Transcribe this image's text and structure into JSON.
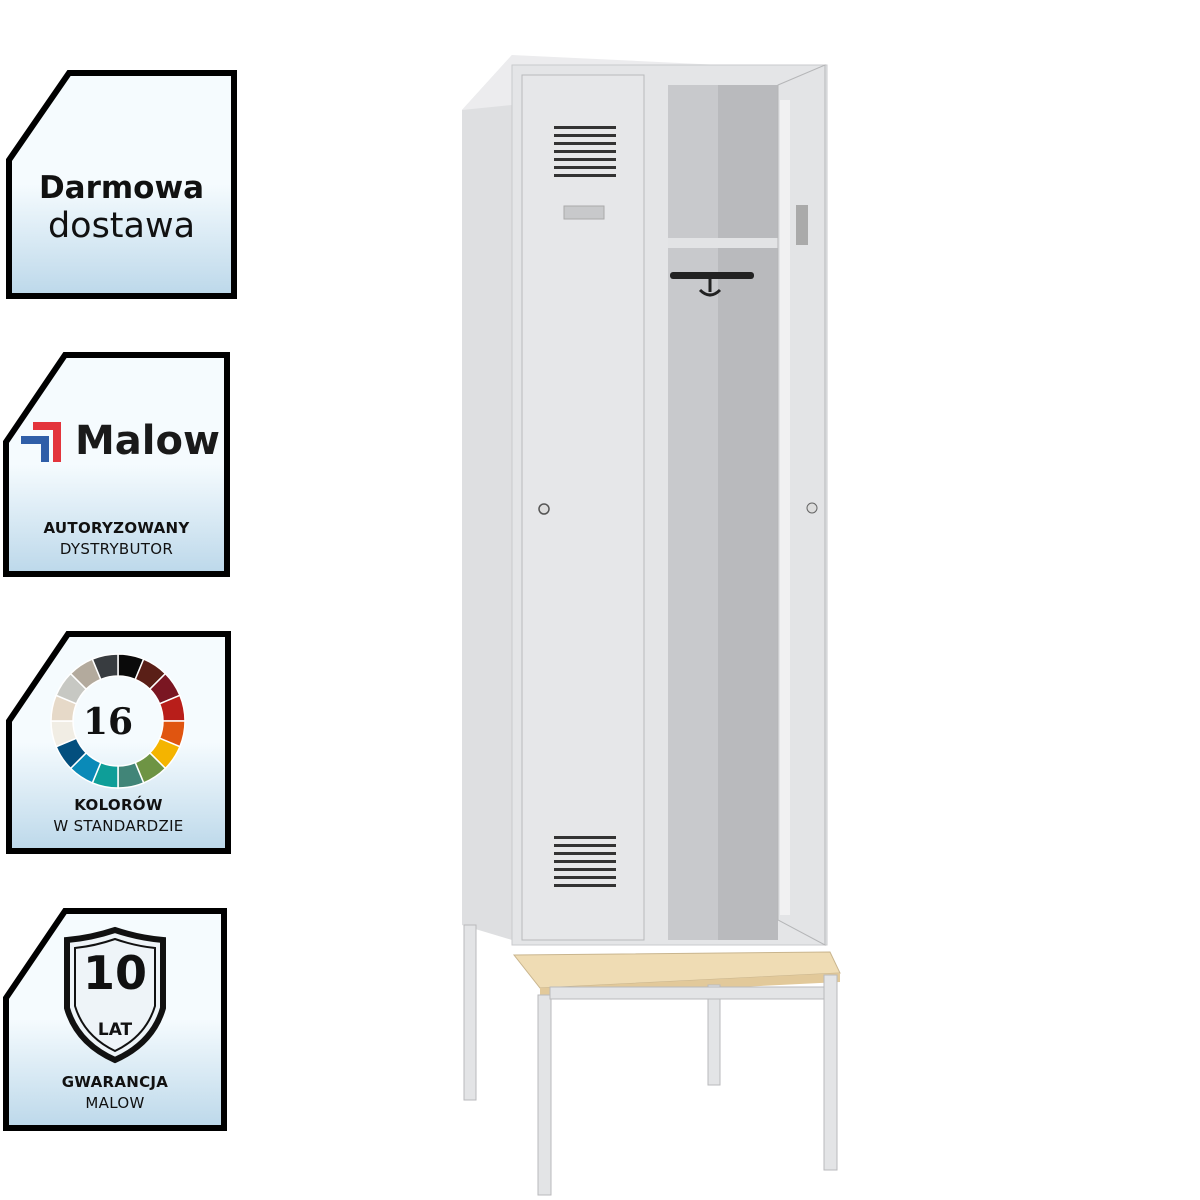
{
  "badges": {
    "delivery": {
      "line1": "Darmowa",
      "line2": "dostawa"
    },
    "distributor": {
      "brand": "Malow",
      "line1": "AUTORYZOWANY",
      "line2": "DYSTRYBUTOR"
    },
    "colors": {
      "count": "16",
      "line1": "KOLORÓW",
      "line2": "W STANDARDZIE",
      "palette": [
        "#0a0a0a",
        "#5a1f17",
        "#7a1622",
        "#b81e1a",
        "#e05510",
        "#f4b400",
        "#6e9444",
        "#418578",
        "#0e9e98",
        "#0a8ab8",
        "#034f7e",
        "#f1ede4",
        "#e6d9c8",
        "#c7c8c3",
        "#b3aa9d",
        "#383c40"
      ]
    },
    "warranty": {
      "years": "10",
      "unit": "LAT",
      "line1": "GWARANCJA",
      "line2": "MALOW"
    }
  },
  "colors": {
    "frame": "#000000",
    "badge_top": "#f5fbfe",
    "badge_bottom": "#bcd8ea",
    "brand_red": "#e3343c",
    "brand_blue": "#2f5ea8"
  }
}
